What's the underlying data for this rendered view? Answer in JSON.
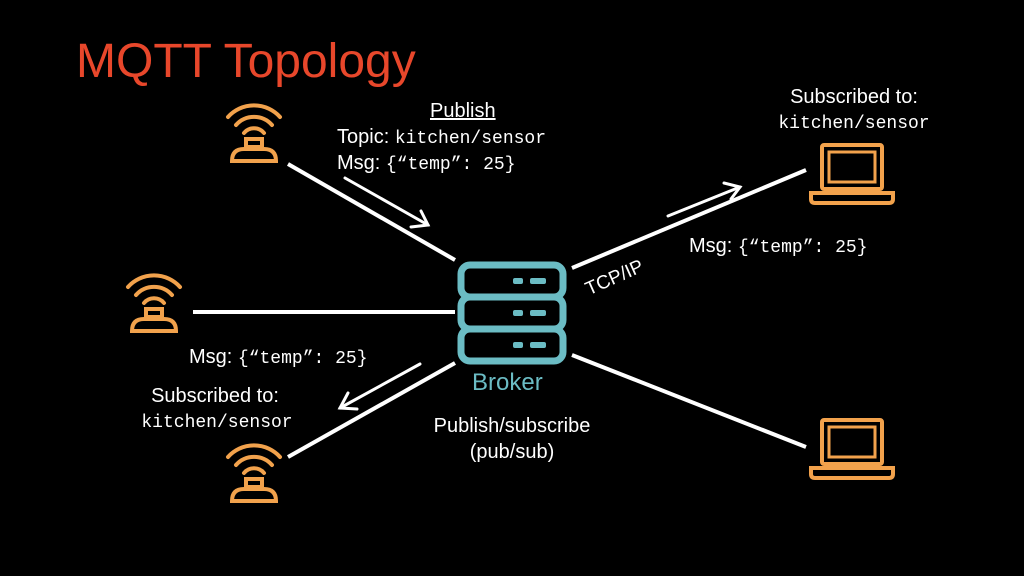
{
  "title": "MQTT Topology",
  "colors": {
    "accent": "#e8472b",
    "device": "#f2a24c",
    "broker": "#6bbcc4",
    "line": "#ffffff",
    "background": "#000000"
  },
  "publish": {
    "heading": "Publish",
    "topic_label": "Topic:",
    "topic_value": "kitchen/sensor",
    "msg_label": "Msg:",
    "msg_value": "{“temp”: 25}"
  },
  "subscriber_top": {
    "heading": "Subscribed to:",
    "topic": "kitchen/sensor",
    "msg_label": "Msg:",
    "msg_value": "{“temp”: 25}"
  },
  "subscriber_bottom": {
    "heading": "Subscribed to:",
    "topic": "kitchen/sensor",
    "msg_label": "Msg:",
    "msg_value": "{“temp”: 25}"
  },
  "broker": {
    "label": "Broker"
  },
  "link_label": "TCP/IP",
  "pattern": {
    "line1": "Publish/subscribe",
    "line2": "(pub/sub)"
  },
  "icons": [
    "sensor-icon",
    "sensor-icon",
    "sensor-icon",
    "server-icon",
    "laptop-icon",
    "laptop-icon"
  ]
}
